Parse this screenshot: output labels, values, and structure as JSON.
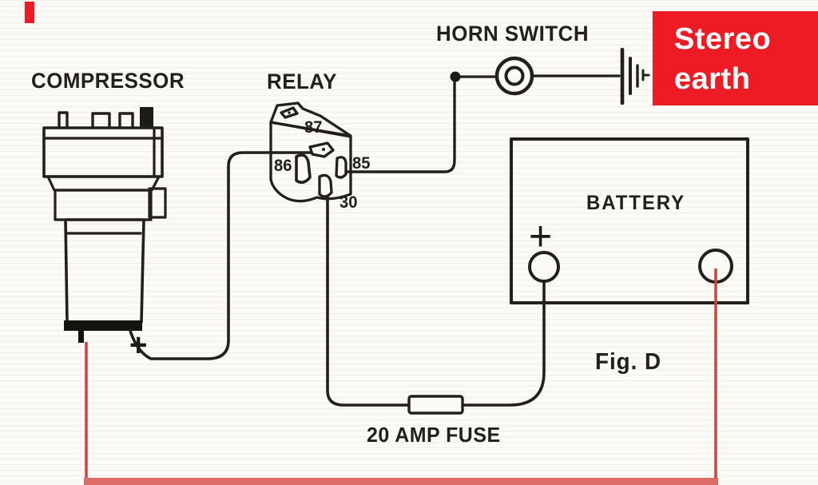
{
  "diagram": {
    "compressor": {
      "label": "COMPRESSOR",
      "plus": "+"
    },
    "relay": {
      "label": "RELAY",
      "t87": "87",
      "t86": "86",
      "t85": "85",
      "t30": "30"
    },
    "horn_switch": {
      "label": "HORN SWITCH"
    },
    "battery": {
      "label": "BATTERY",
      "plus": "+"
    },
    "fuse": {
      "label": "20 AMP FUSE"
    },
    "figure_caption": "Fig. D",
    "stereo_earth": {
      "line1": "Stereo",
      "line2": "earth"
    },
    "colors": {
      "line": "#231f1c",
      "annotation_red": "#ed1c24",
      "wire_red": "#c9453e",
      "wire_red_bar": "#dd6c66"
    }
  }
}
